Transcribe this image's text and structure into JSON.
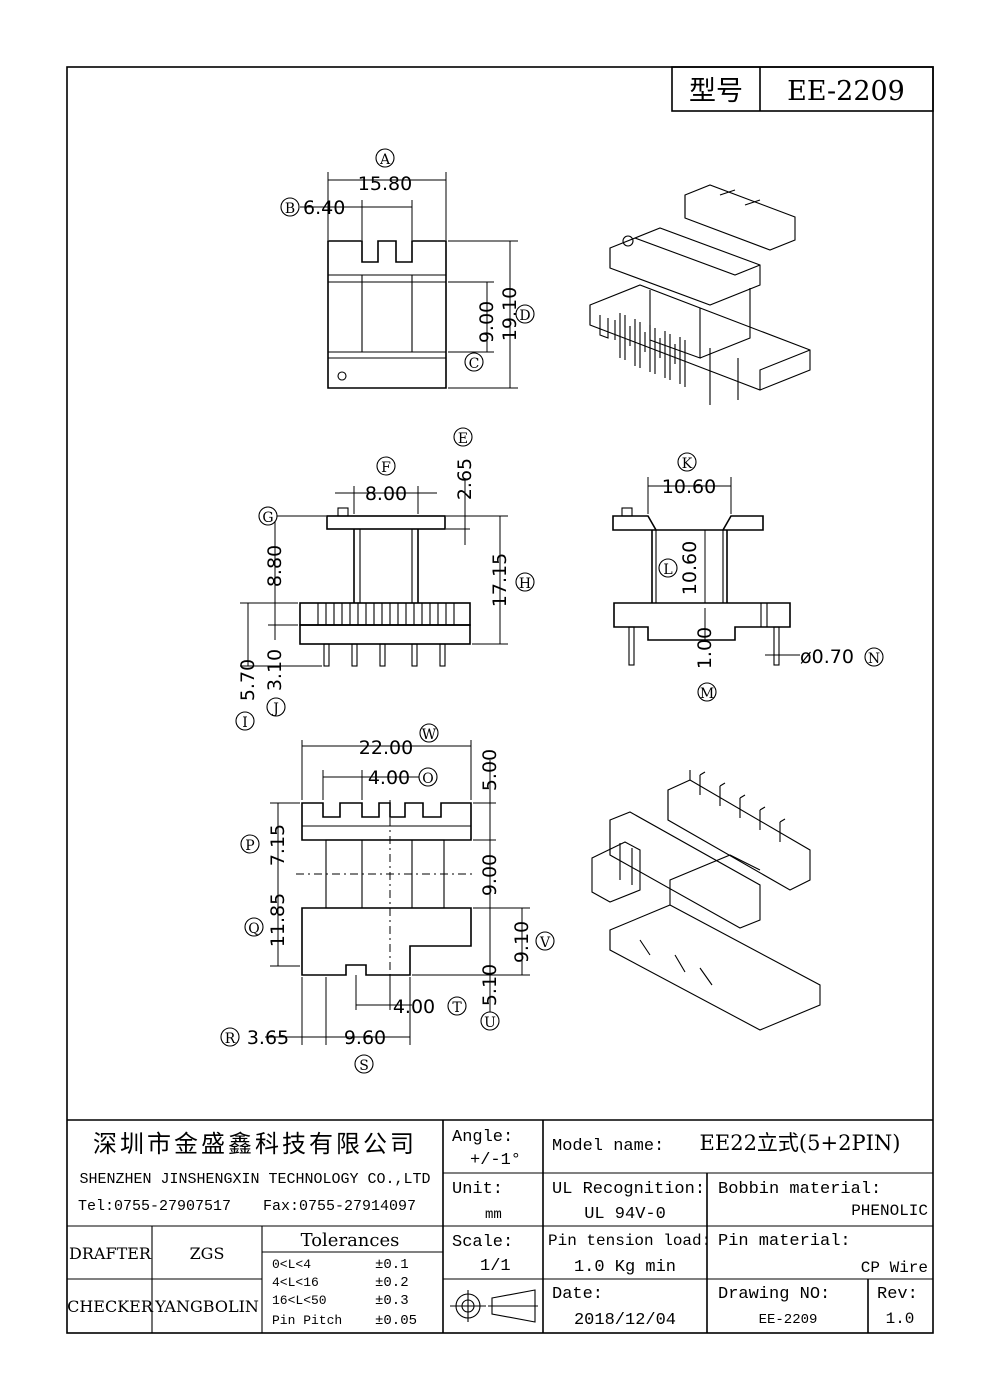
{
  "title_block_top": {
    "model_label": "型号",
    "model_value": "EE-2209"
  },
  "dimensions": {
    "A": {
      "letter": "A",
      "value": "15.80"
    },
    "B": {
      "letter": "B",
      "value": "6.40"
    },
    "C": {
      "letter": "C",
      "value": "9.00"
    },
    "D": {
      "letter": "D",
      "value": "19.10"
    },
    "E": {
      "letter": "E",
      "value": "2.65"
    },
    "F": {
      "letter": "F",
      "value": "8.00"
    },
    "G": {
      "letter": "G",
      "value": "8.80"
    },
    "H": {
      "letter": "H",
      "value": "17.15"
    },
    "I": {
      "letter": "I",
      "value": "5.70"
    },
    "J": {
      "letter": "J",
      "value": "3.10"
    },
    "K": {
      "letter": "K",
      "value": "10.60"
    },
    "L": {
      "letter": "L",
      "value": "10.60"
    },
    "M": {
      "letter": "M",
      "value": "1.00"
    },
    "N": {
      "letter": "N",
      "value": "ø0.70"
    },
    "W": {
      "letter": "W",
      "value": "22.00"
    },
    "O": {
      "letter": "O",
      "value": "4.00"
    },
    "X": {
      "value": "5.00"
    },
    "P": {
      "letter": "P",
      "value": "7.15"
    },
    "Y": {
      "value": "9.00"
    },
    "Q": {
      "letter": "Q",
      "value": "11.85"
    },
    "V": {
      "letter": "V",
      "value": "9.10"
    },
    "U": {
      "letter": "U",
      "value": "5.10"
    },
    "T": {
      "letter": "T",
      "value": "4.00"
    },
    "R": {
      "letter": "R",
      "value": "3.65"
    },
    "S": {
      "letter": "S",
      "value": "9.60"
    }
  },
  "title_block": {
    "company_cn": "深圳市金盛鑫科技有限公司",
    "company_en": "SHENZHEN JINSHENGXIN TECHNOLOGY CO.,LTD",
    "tel": "Tel:0755-27907517",
    "fax": "Fax:0755-27914097",
    "drafter_label": "DRAFTER",
    "drafter_value": "ZGS",
    "checker_label": "CHECKER",
    "checker_value": "YANGBOLIN",
    "tolerances_title": "Tolerances",
    "tolerances": [
      {
        "range": "0<L<4",
        "value": "±0.1"
      },
      {
        "range": "4<L<16",
        "value": "±0.2"
      },
      {
        "range": "16<L<50",
        "value": "±0.3"
      },
      {
        "range": "Pin Pitch",
        "value": "±0.05"
      }
    ],
    "angle_label": "Angle:",
    "angle_value": "+/-1°",
    "unit_label": "Unit:",
    "unit_value": "mm",
    "scale_label": "Scale:",
    "scale_value": "1/1",
    "model_name_label": "Model name:",
    "model_name_value": "EE22立式(5+2PIN)",
    "ul_label": "UL Recognition:",
    "ul_value": "UL 94V-0",
    "bobbin_label": "Bobbin material:",
    "bobbin_value": "PHENOLIC",
    "pin_tension_label": "Pin tension load:",
    "pin_tension_value": "1.0 Kg min",
    "pin_material_label": "Pin material:",
    "pin_material_value": "CP Wire",
    "date_label": "Date:",
    "date_value": "2018/12/04",
    "drawing_no_label": "Drawing NO:",
    "drawing_no_value": "EE-2209",
    "rev_label": "Rev:",
    "rev_value": "1.0"
  }
}
